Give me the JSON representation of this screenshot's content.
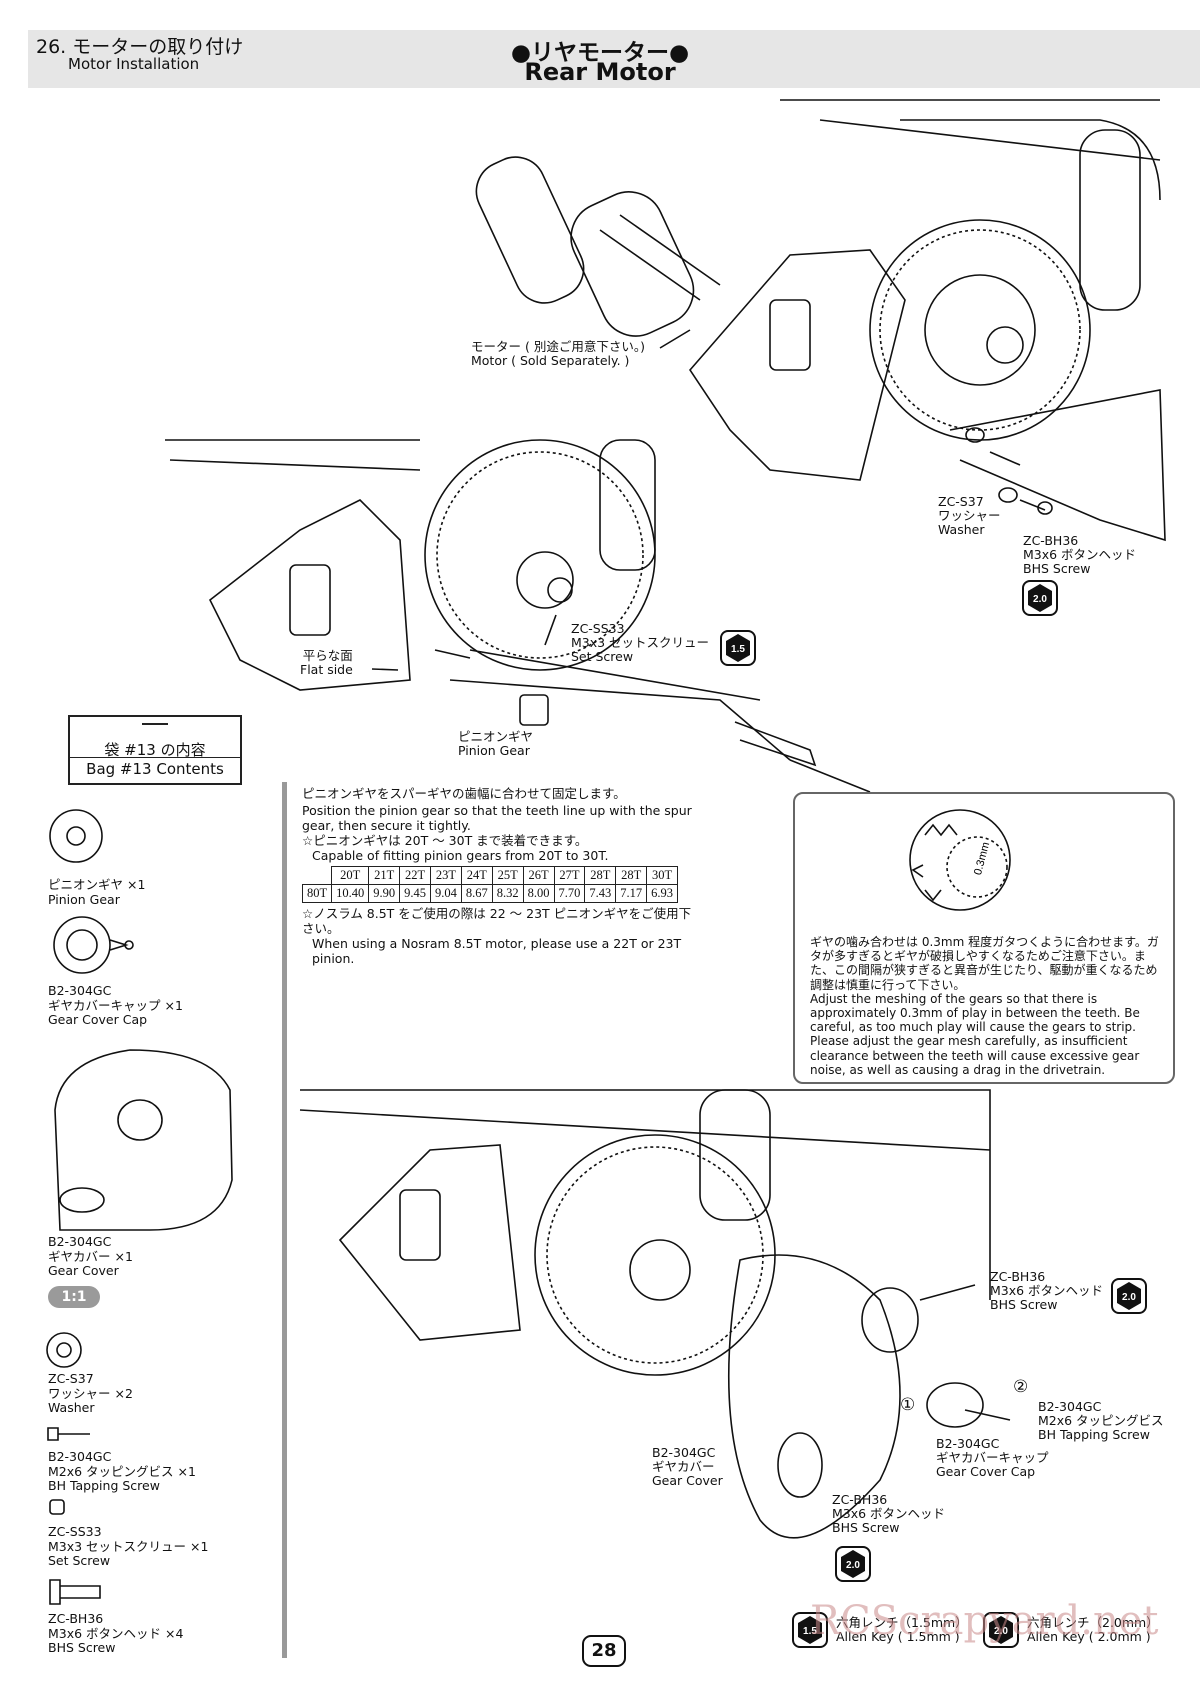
{
  "header": {
    "step_jp": "26. モーターの取り付け",
    "step_en": "Motor Installation",
    "title_jp": "●リヤモーター●",
    "title_en": "Rear Motor"
  },
  "callouts": {
    "motor": "モーター ( 別途ご用意下さい。)\nMotor ( Sold Separately. )",
    "washer": "ZC-S37\nワッシャー\nWasher",
    "bhs_top": "ZC-BH36\nM3x6 ボタンヘッド\nBHS Screw",
    "set_screw": "ZC-SS33\nM3x3 セットスクリュー\nSet Screw",
    "flat_side": "平らな面\nFlat side",
    "pinion": "ピニオンギヤ\nPinion Gear",
    "bhs_right": "ZC-BH36\nM3x6 ボタンヘッド\nBHS Screw",
    "gear_cover": "B2-304GC\nギヤカバー\nGear Cover",
    "bhs_bottom": "ZC-BH36\nM3x6 ボタンヘッド\nBHS Screw",
    "tapping": "B2-304GC\nM2x6 タッピングビス\nBH Tapping Screw",
    "cover_cap": "B2-304GC\nギヤカバーキャップ\nGear Cover Cap",
    "num1": "①",
    "num2": "②"
  },
  "badges": {
    "b20": "2.0",
    "b15": "1.5"
  },
  "bag": {
    "dash": "—",
    "title_jp": "袋 #13 の内容",
    "title_en": "Bag #13 Contents"
  },
  "parts": [
    {
      "text": "ピニオンギヤ ×1\nPinion Gear"
    },
    {
      "text": "B2-304GC\nギヤカバーキャップ ×1\nGear Cover Cap"
    },
    {
      "text": "B2-304GC\nギヤカバー ×1\nGear Cover"
    },
    {
      "text": "ZC-S37\nワッシャー ×2\nWasher"
    },
    {
      "text": "B2-304GC\nM2x6 タッピングビス ×1\nBH Tapping Screw"
    },
    {
      "text": "ZC-SS33\nM3x3 セットスクリュー ×1\nSet Screw"
    },
    {
      "text": "ZC-BH36\nM3x6 ボタンヘッド ×4\nBHS Screw"
    }
  ],
  "ratio": "1:1",
  "note": {
    "l1": "ピニオンギヤをスパーギヤの歯幅に合わせて固定します。",
    "l2": "Position the pinion gear so that the teeth line up with the spur gear, then secure it tightly.",
    "l3": "☆ピニオンギヤは 20T ～ 30T まで装着できます。",
    "l4": "Capable of fitting pinion gears from 20T to 30T.",
    "l5": "☆ノスラム 8.5T をご使用の際は 22 ～ 23T ピニオンギヤをご使用下さい。",
    "l6": "When using a Nosram 8.5T motor, please use a 22T or 23T pinion."
  },
  "ratio_table": {
    "header": [
      "",
      "20T",
      "21T",
      "22T",
      "23T",
      "24T",
      "25T",
      "26T",
      "27T",
      "28T",
      "28T",
      "30T"
    ],
    "row": [
      "80T",
      "10.40",
      "9.90",
      "9.45",
      "9.04",
      "8.67",
      "8.32",
      "8.00",
      "7.70",
      "7.43",
      "7.17",
      "6.93"
    ]
  },
  "mesh": {
    "gap_label": "0.3mm",
    "text": "ギヤの噛み合わせは 0.3mm 程度ガタつくように合わせます。ガタが多すぎるとギヤが破損しやすくなるためご注意下さい。また、この間隔が狭すぎると異音が生じたり、駆動が重くなるため調整は慎重に行って下さい。\nAdjust the meshing of the gears so that there is approximately 0.3mm of play in between the teeth. Be careful, as too much play will cause the gears to strip. Please adjust the gear mesh carefully, as insufficient clearance between the teeth will cause excessive gear noise, as well as causing a drag in the drivetrain."
  },
  "tools": {
    "t15": "六角レンチ（1.5mm）\nAllen Key ( 1.5mm )",
    "t20": "六角レンチ（2.0mm）\nAllen Key ( 2.0mm )"
  },
  "page_number": "28",
  "watermark": "RCScrapyard.net"
}
